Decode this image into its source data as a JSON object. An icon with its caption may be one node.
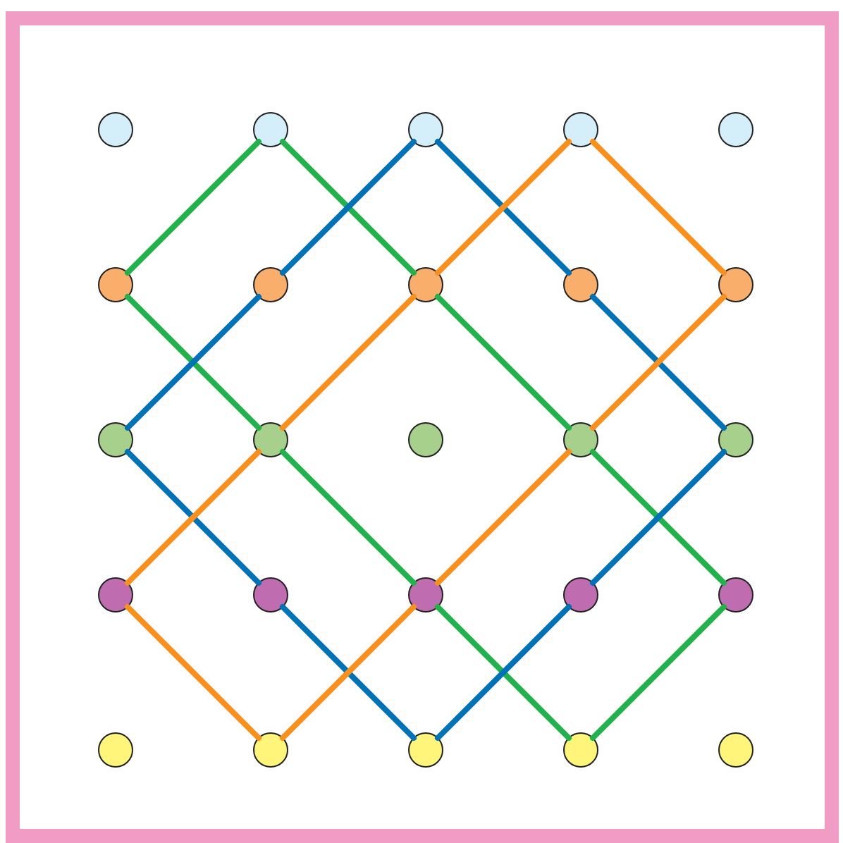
{
  "diagram": {
    "nodes": [
      {
        "text": [],
        "shape": "circle"
      },
      {
        "text": [],
        "shape": "circle"
      },
      {
        "text": [],
        "shape": "circle"
      },
      {
        "text": [],
        "shape": "circle"
      },
      {
        "text": [],
        "shape": "circle"
      },
      {
        "text": [],
        "shape": "circle"
      },
      {
        "text": [],
        "shape": "circle"
      },
      {
        "text": [],
        "shape": "circle"
      },
      {
        "text": [],
        "shape": "circle"
      },
      {
        "text": [],
        "shape": "circle"
      },
      {
        "text": [],
        "shape": "circle"
      },
      {
        "text": [],
        "shape": "circle"
      },
      {
        "text": [],
        "shape": "circle"
      },
      {
        "text": [],
        "shape": "circle"
      },
      {
        "text": [],
        "shape": "circle"
      },
      {
        "text": [],
        "shape": "circle"
      },
      {
        "text": [],
        "shape": "circle"
      },
      {
        "text": [],
        "shape": "circle"
      },
      {
        "text": [],
        "shape": "circle"
      },
      {
        "text": [],
        "shape": "circle"
      },
      {
        "text": [],
        "shape": "circle"
      },
      {
        "text": [],
        "shape": "circle"
      },
      {
        "text": [],
        "shape": "circle"
      },
      {
        "text": [],
        "shape": "circle"
      },
      {
        "text": [],
        "shape": "circle"
      }
    ],
    "edges": [
      {
        "from": 1,
        "to": 7,
        "arrow": "none",
        "color": "#22b14c"
      },
      {
        "from": 7,
        "to": 13,
        "arrow": "none",
        "color": "#22b14c"
      },
      {
        "from": 13,
        "to": 19,
        "arrow": "none",
        "color": "#22b14c"
      },
      {
        "from": 19,
        "to": 23,
        "arrow": "none",
        "color": "#22b14c"
      },
      {
        "from": 23,
        "to": 17,
        "arrow": "none",
        "color": "#22b14c"
      },
      {
        "from": 17,
        "to": 11,
        "arrow": "none",
        "color": "#22b14c"
      },
      {
        "from": 11,
        "to": 5,
        "arrow": "none",
        "color": "#22b14c"
      },
      {
        "from": 5,
        "to": 1,
        "arrow": "none",
        "color": "#22b14c"
      },
      {
        "from": 2,
        "to": 6,
        "arrow": "none",
        "color": "#0072b5"
      },
      {
        "from": 6,
        "to": 10,
        "arrow": "none",
        "color": "#0072b5"
      },
      {
        "from": 10,
        "to": 16,
        "arrow": "none",
        "color": "#0072b5"
      },
      {
        "from": 16,
        "to": 22,
        "arrow": "none",
        "color": "#0072b5"
      },
      {
        "from": 22,
        "to": 18,
        "arrow": "none",
        "color": "#0072b5"
      },
      {
        "from": 18,
        "to": 14,
        "arrow": "none",
        "color": "#0072b5"
      },
      {
        "from": 14,
        "to": 8,
        "arrow": "none",
        "color": "#0072b5"
      },
      {
        "from": 8,
        "to": 2,
        "arrow": "none",
        "color": "#0072b5"
      },
      {
        "from": 3,
        "to": 9,
        "arrow": "none",
        "color": "#f7901e"
      },
      {
        "from": 9,
        "to": 13,
        "arrow": "none",
        "color": "#f7901e"
      },
      {
        "from": 13,
        "to": 17,
        "arrow": "none",
        "color": "#f7901e"
      },
      {
        "from": 17,
        "to": 21,
        "arrow": "none",
        "color": "#f7901e"
      },
      {
        "from": 21,
        "to": 15,
        "arrow": "none",
        "color": "#f7901e"
      },
      {
        "from": 15,
        "to": 11,
        "arrow": "none",
        "color": "#f7901e"
      },
      {
        "from": 11,
        "to": 7,
        "arrow": "none",
        "color": "#f7901e"
      },
      {
        "from": 7,
        "to": 3,
        "arrow": "none",
        "color": "#f7901e"
      }
    ]
  }
}
